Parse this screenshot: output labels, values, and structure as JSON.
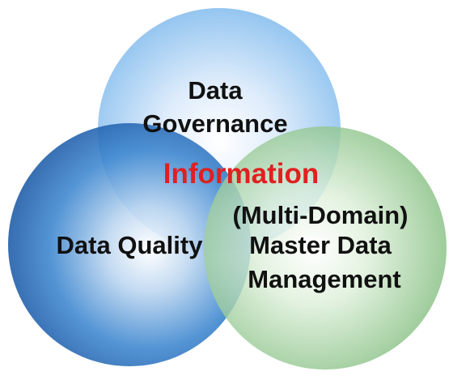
{
  "diagram": {
    "governance": {
      "line1": "Data",
      "line2": "Governance",
      "color": "#9fcdf2"
    },
    "quality": {
      "label": "Data Quality",
      "color": "#2f78c4"
    },
    "mdm": {
      "line1": "(Multi-Domain)",
      "line2": "Master Data",
      "line3": "Management",
      "color": "#8cc48c"
    },
    "center": {
      "label": "Information",
      "color": "#e02020"
    }
  }
}
